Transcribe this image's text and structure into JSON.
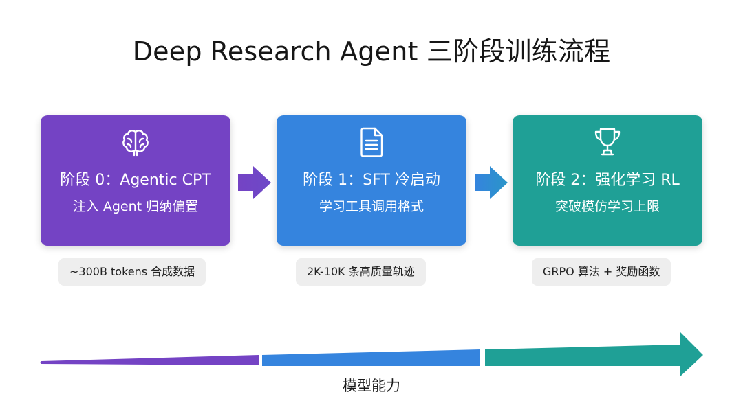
{
  "title": "Deep Research Agent 三阶段训练流程",
  "colors": {
    "stage0": "#7443c4",
    "stage1": "#3584de",
    "stage2": "#1fa096",
    "pill_bg": "#eeeeee"
  },
  "stages": [
    {
      "icon": "brain-icon",
      "title": "阶段 0：Agentic CPT",
      "subtitle": "注入 Agent 归纳偏置",
      "note": "~300B tokens 合成数据"
    },
    {
      "icon": "document-icon",
      "title": "阶段 1：SFT 冷启动",
      "subtitle": "学习工具调用格式",
      "note": "2K-10K 条高质量轨迹"
    },
    {
      "icon": "trophy-icon",
      "title": "阶段 2：强化学习 RL",
      "subtitle": "突破模仿学习上限",
      "note": "GRPO 算法 + 奖励函数"
    }
  ],
  "axis_label": "模型能力"
}
